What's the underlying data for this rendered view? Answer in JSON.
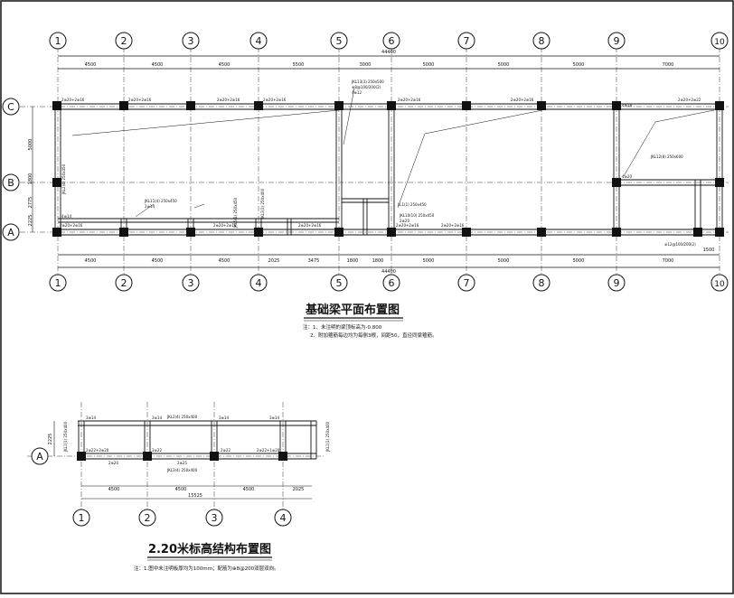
{
  "main_plan": {
    "title": "基础梁平面布置图",
    "note_line1": "注：1、未注明的梁顶标高为-0.800",
    "note_line2": "2、附加箍筋每边均为每侧3根，间距50，直径同梁箍筋。",
    "axes_top": [
      "1",
      "2",
      "3",
      "4",
      "5",
      "6",
      "7",
      "8",
      "9",
      "10"
    ],
    "axes_bottom": [
      "1",
      "2",
      "3",
      "4",
      "5",
      "6",
      "7",
      "8",
      "9",
      "10"
    ],
    "axes_left": [
      "C",
      "B",
      "A"
    ],
    "total_dim_top": "44400",
    "total_dim_bottom": "44400",
    "top_spans": [
      "4500",
      "4500",
      "4500",
      "5500",
      "3000",
      "5000",
      "5000",
      "5000",
      "7000"
    ],
    "bottom_spans": [
      "4500",
      "4500",
      "4500",
      "2025",
      "3475",
      "1800",
      "1800",
      "5000",
      "5000",
      "5000",
      "7000"
    ],
    "left_dims": [
      "5000",
      "1800",
      "2775",
      "2225"
    ],
    "right_dim": "1500",
    "rebar_labels_top": [
      "2⊕20+2⊕16",
      "2⊕20+2⊕16",
      "2⊕20+2⊕16",
      "2⊕20+2⊕16",
      "2⊕20+2⊕16",
      "2⊕20+2⊕16",
      "2⊕20+2⊕22"
    ],
    "rebar_labels_bottom": [
      "2⊕20+2⊕16",
      "2⊕20+2⊕16",
      "2⊕20+2⊕16",
      "2⊕20+2⊕16",
      "2⊕20+2⊕16"
    ],
    "beam_labels": [
      "JKL13(3) 250x500",
      "JKL11(4) 250x450",
      "JKL10(10) 250x450",
      "JKL12(8) 250x600",
      "LL1(1) 250x450",
      "JKL2(4) 250x450",
      "JKL5(1) 250x450",
      "JKL3(1) 250x400"
    ],
    "misc_labels": [
      "⊕8@100/200(2)",
      "4⊕12",
      "2⊕20",
      "4⊕14",
      "4⊕20",
      "2⊕14",
      "⊕12@100/200(2)",
      "4⊕18"
    ]
  },
  "sub_plan": {
    "title": "2.20米标高结构布置图",
    "note": "注：1.图中未注明板厚均为100mm；配筋为⊕8@200双层双向。",
    "axes_bottom": [
      "1",
      "2",
      "3",
      "4"
    ],
    "axis_left": "A",
    "spans": [
      "4500",
      "4500",
      "4500",
      "2025"
    ],
    "total_dim": "15525",
    "left_dim": "2225",
    "beam_labels": [
      "JKL2(4) 250x400",
      "JKL3(4) 250x400",
      "JKL1(1) 250x400",
      "JKL1(1) 250x400"
    ],
    "rebar_labels": [
      "3⊕14",
      "3⊕14",
      "3⊕14",
      "3⊕14",
      "2⊕22+2⊕20",
      "3⊕22",
      "2⊕22",
      "2⊕22+1⊕20",
      "2⊕20",
      "2⊕25"
    ]
  },
  "colors": {
    "line": "#111111",
    "axis_dash": "#333333",
    "background": "#ffffff"
  }
}
